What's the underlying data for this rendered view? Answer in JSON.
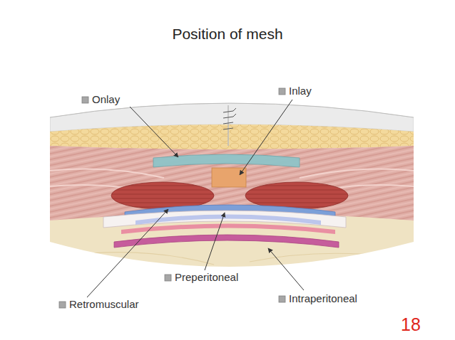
{
  "diagram": {
    "title": "Position of mesh",
    "labels": [
      "Onlay",
      "Inlay",
      "Preperitoneal",
      "Intraperitoneal",
      "Retromuscular",
      "18"
    ]
  }
}
